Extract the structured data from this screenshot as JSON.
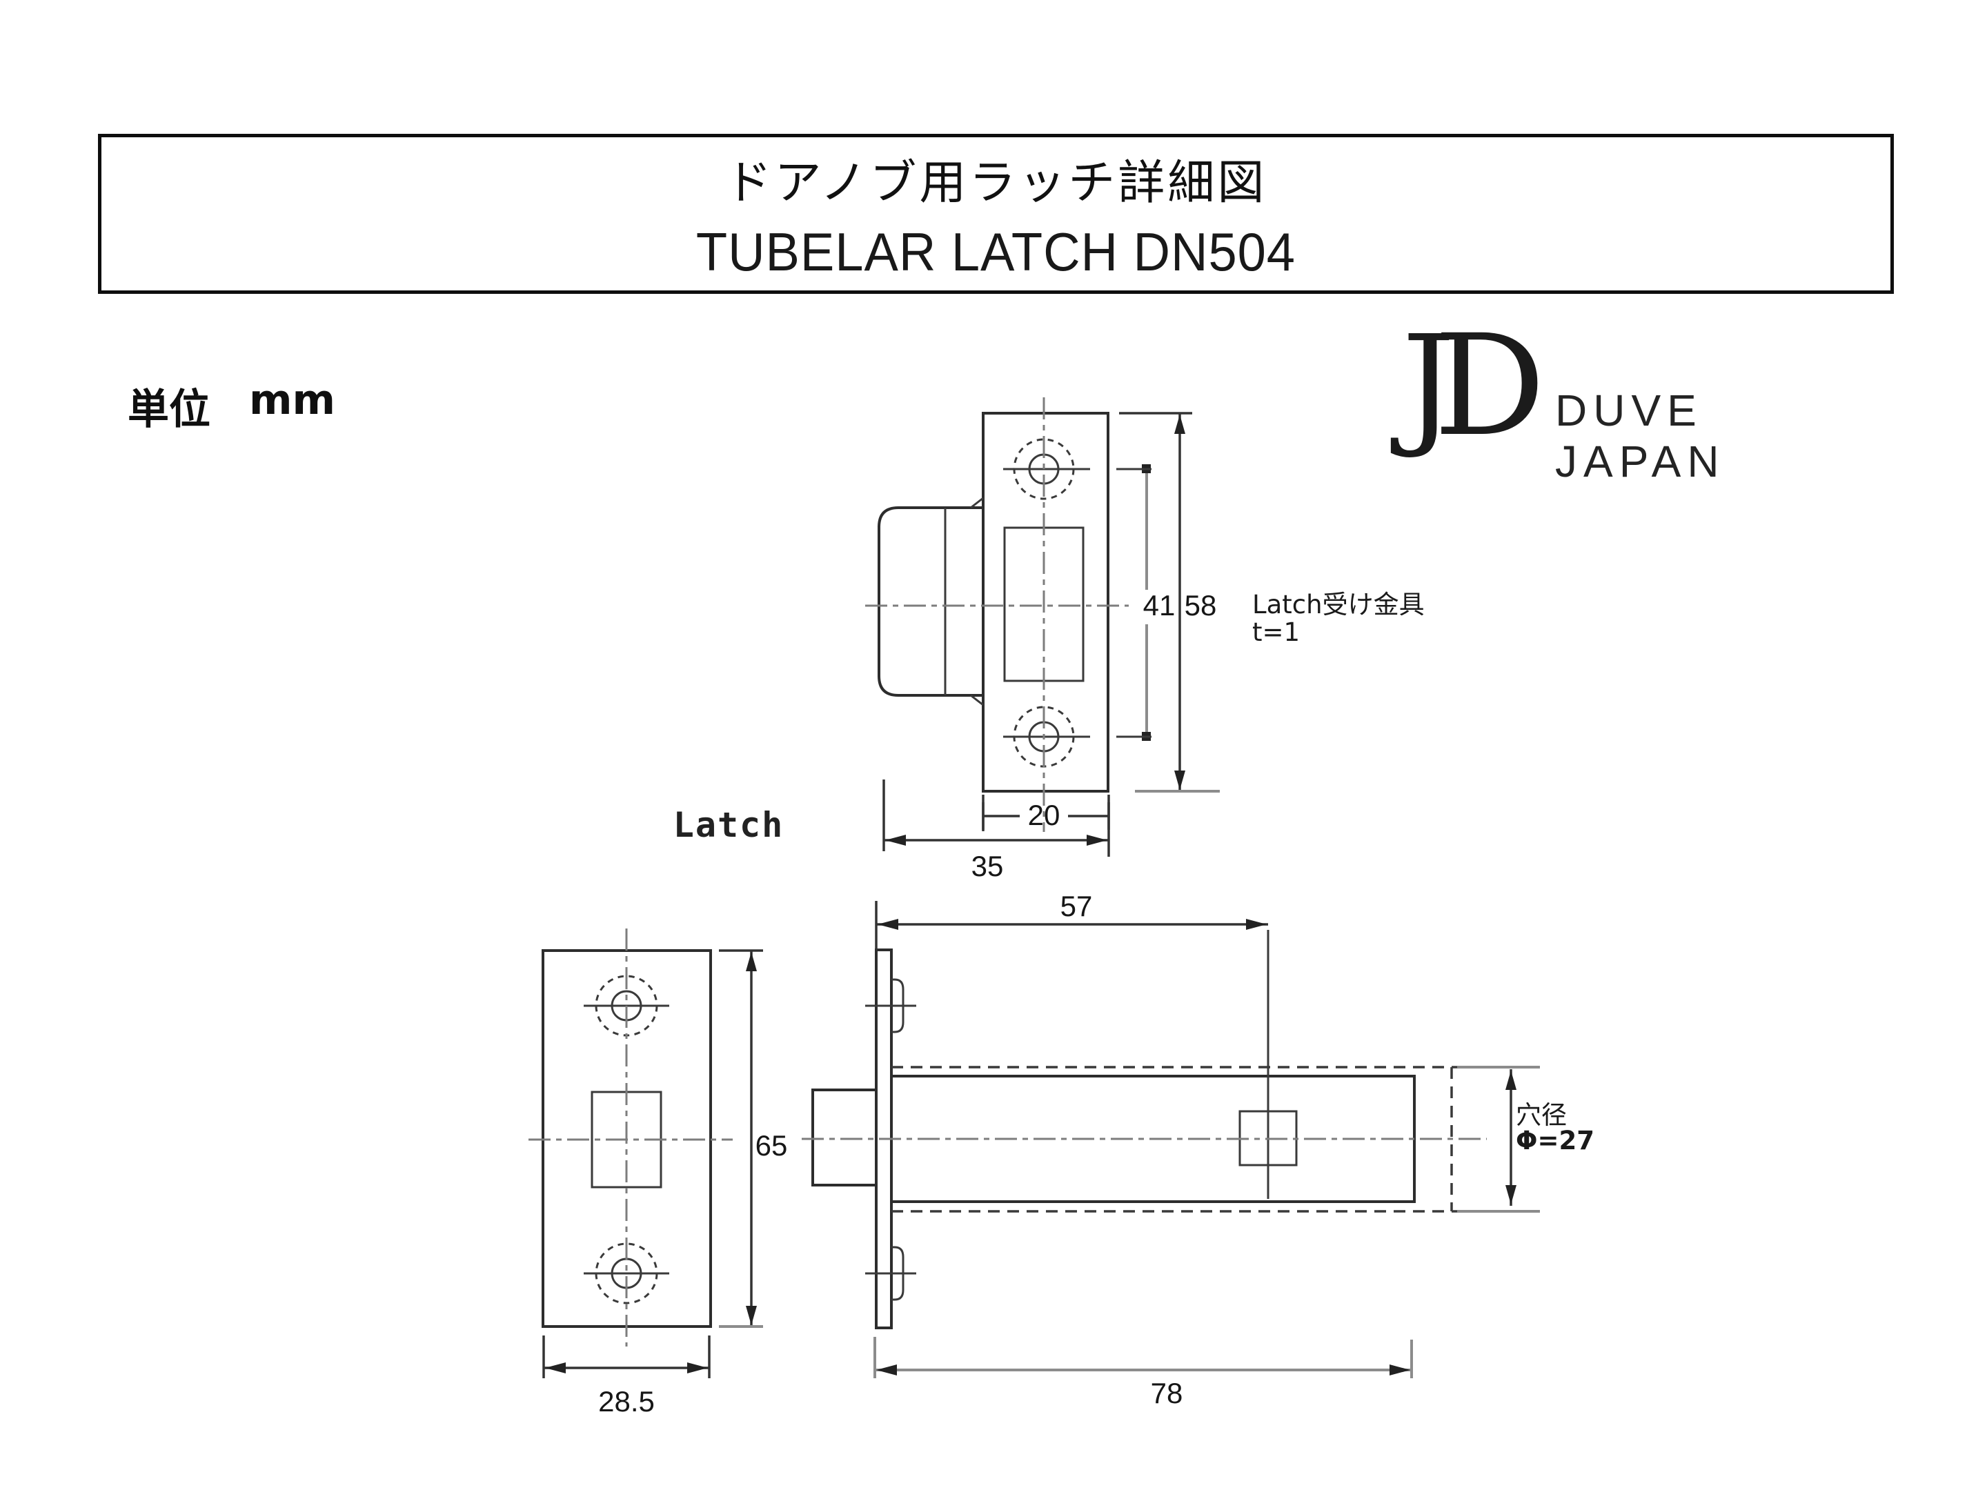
{
  "title": {
    "line1": "ドアノブ用ラッチ詳細図",
    "line2": "TUBELAR LATCH DN504"
  },
  "unit": {
    "label": "単位",
    "value": "mm"
  },
  "logo": {
    "monogram_j": "J",
    "monogram_d": "D",
    "wordmark": "DUVE JAPAN"
  },
  "views": {
    "strike_plate": {
      "note_line1": "Latch受け金具",
      "note_line2": "t=1",
      "dim_hole_pitch": "41",
      "dim_height": "58",
      "dim_plate_width": "20",
      "dim_overall_width": "35"
    },
    "latch_front": {
      "label": "Latch",
      "dim_height": "65",
      "dim_width": "28.5"
    },
    "latch_side": {
      "dim_backset": "57",
      "dim_overall_length": "78",
      "hole_note_line1": "穴径",
      "hole_note_line2": "Φ=27"
    }
  },
  "colors": {
    "background": "#ffffff",
    "line": "#2d2d2d",
    "centerline": "#7d7d7d",
    "dim_gray": "#8c8c8c",
    "text": "#1c1c1c"
  }
}
